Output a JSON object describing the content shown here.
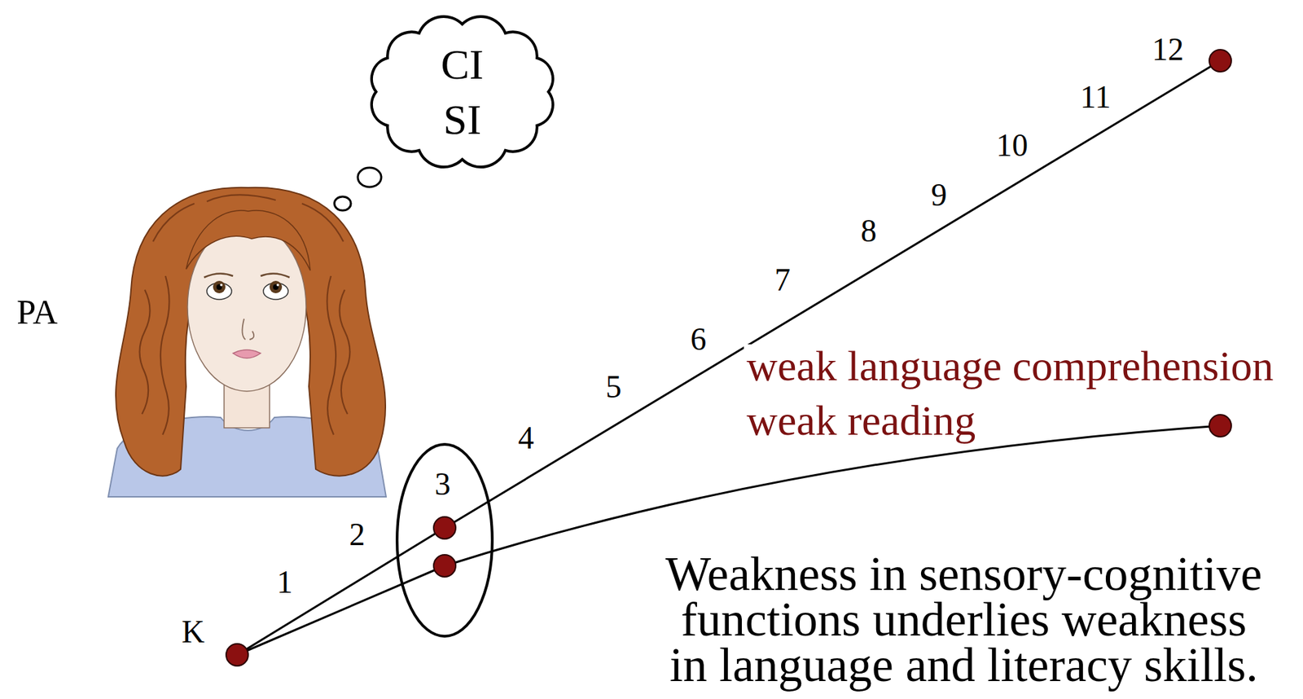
{
  "diagram": {
    "nodes": [
      {
        "text": [
          "CI",
          "SI"
        ]
      },
      {
        "text": [
          "3"
        ]
      }
    ],
    "labels": [
      "PA",
      "K",
      "1",
      "2",
      "4",
      "5",
      "6",
      "7",
      "8",
      "9",
      "10",
      "11",
      "12",
      "weak language comprehension",
      "weak reading",
      "Weakness in sensory-cognitive functions underlies weakness in language and literacy skills."
    ]
  }
}
